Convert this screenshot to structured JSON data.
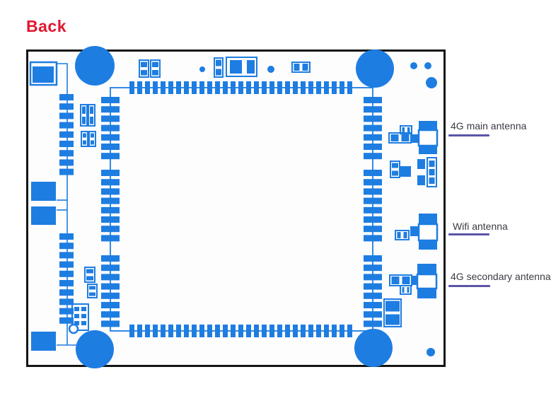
{
  "title": "Back",
  "annotations": [
    {
      "id": "4g-main",
      "label": "4G main antenna"
    },
    {
      "id": "wifi",
      "label": "Wifi antenna"
    },
    {
      "id": "4g-secondary",
      "label": "4G secondary antenna"
    }
  ],
  "colors": {
    "pcb_blue": "#1e7de1",
    "board_fill": "#fdfdfe",
    "board_border": "#151515",
    "title_red": "#e01731",
    "label_text": "#3b3b45",
    "underline_purple": "#5c55a7",
    "background": "#ffffff"
  }
}
